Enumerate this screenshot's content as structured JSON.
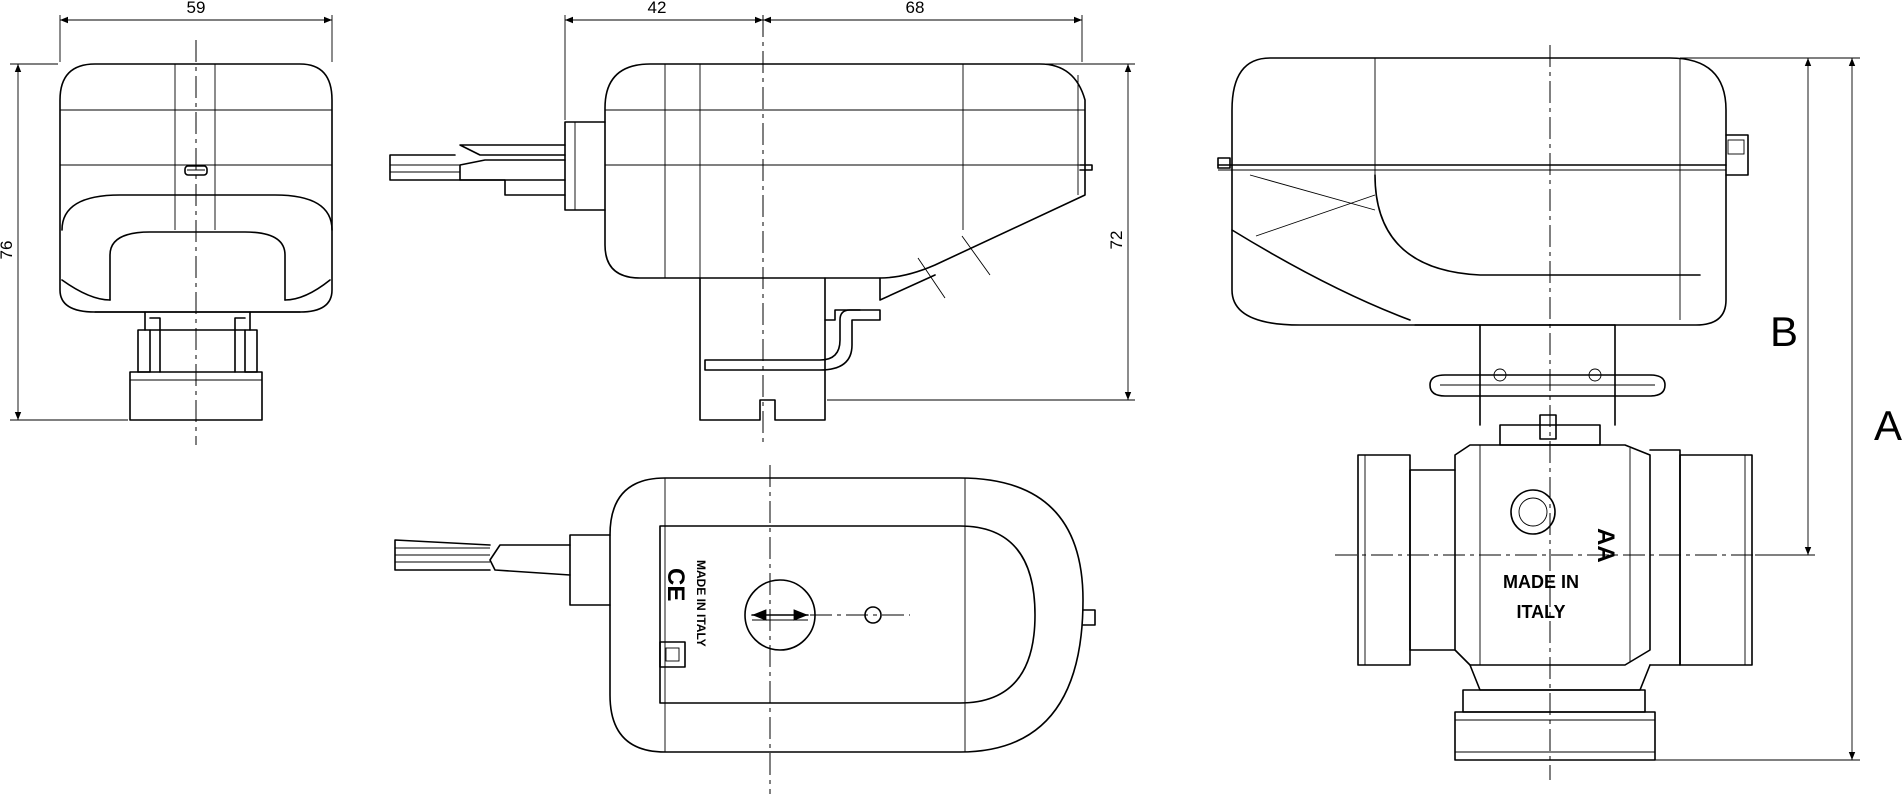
{
  "dimensions": {
    "front_width": "59",
    "side_left": "42",
    "side_right": "68",
    "front_height": "76",
    "side_height": "72"
  },
  "labels": {
    "dim_a": "A",
    "dim_b": "B"
  },
  "markings": {
    "top_made_in": "MADE IN ITALY",
    "top_ce": "CE",
    "valve_aa": "AA",
    "valve_line1": "MADE IN",
    "valve_line2": "ITALY"
  }
}
